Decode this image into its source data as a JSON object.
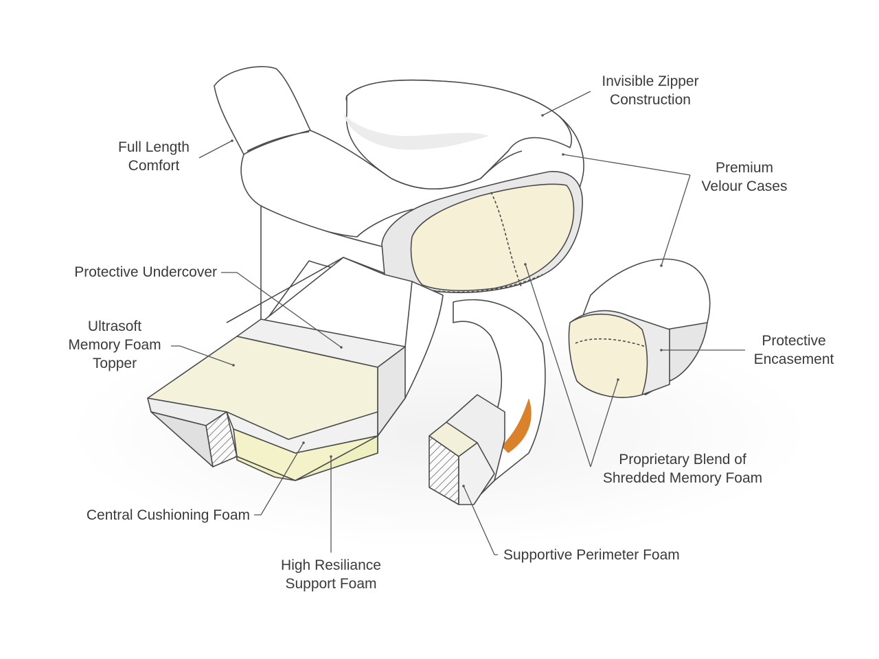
{
  "colors": {
    "outline": "#4a4a4a",
    "cover": "#ffffff",
    "cover_shade": "#e6e6e6",
    "foam": "#f6f1d6",
    "foam_alt": "#f3f2d2",
    "accent_seam": "#d9822b",
    "leader": "#555555",
    "label_text": "#3a3a3a"
  },
  "labels": {
    "invisible_zipper": [
      "Invisible Zipper",
      "Construction"
    ],
    "full_length": [
      "Full Length",
      "Comfort"
    ],
    "premium_velour": [
      "Premium",
      "Velour Cases"
    ],
    "protective_undercover": [
      "Protective Undercover"
    ],
    "ultrasoft_topper": [
      "Ultrasoft",
      "Memory Foam",
      "Topper"
    ],
    "protective_encasement": [
      "Protective",
      "Encasement"
    ],
    "proprietary_blend": [
      "Proprietary Blend of",
      "Shredded Memory Foam"
    ],
    "central_cushioning": [
      "Central Cushioning Foam"
    ],
    "high_resiliance": [
      "High Resiliance",
      "Support Foam"
    ],
    "supportive_perimeter": [
      "Supportive Perimeter Foam"
    ]
  }
}
